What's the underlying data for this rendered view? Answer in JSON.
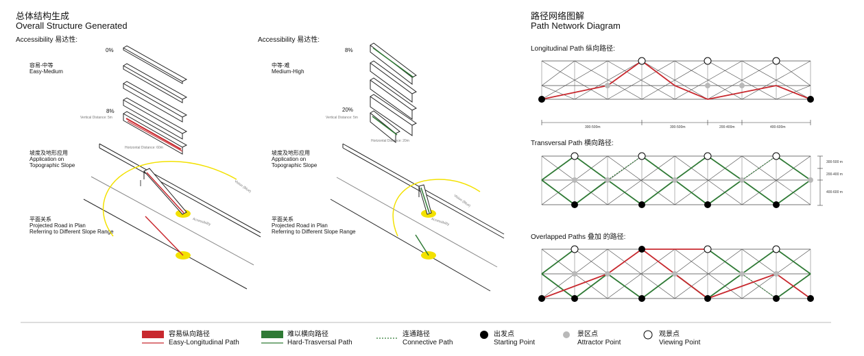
{
  "left": {
    "title_cn": "总体结构生成",
    "title_en": "Overall Structure Generated",
    "panel1": {
      "heading": "Accessibility 易达性:",
      "pct_top": "0%",
      "pct_bottom": "8%",
      "level_cn": "容易-中等",
      "level_en": "Easy-Medium",
      "vertical_distance": "Vertical Distance: 5m",
      "horizontal_distance": "Horizontal Distance: 60m",
      "slope_cn": "坡度及地形应用",
      "slope_en1": "Application on",
      "slope_en2": "Topographic Slope",
      "plan_cn": "平面关系",
      "plan_en1": "Projected Road in Plan",
      "plan_en2": "Referring to Different Slope Range",
      "arc_label": "Vision (Blue)",
      "road_label": "Accessibility"
    },
    "panel2": {
      "heading": "Accessibility 易达性:",
      "pct_top": "8%",
      "pct_bottom": "20%",
      "level_cn": "中等-难",
      "level_en": "Medium-High",
      "vertical_distance": "Vertical Distance: 5m",
      "horizontal_distance": "Horizontal Distance: 20m",
      "slope_cn": "坡度及地形应用",
      "slope_en1": "Application on",
      "slope_en2": "Topographic Slope",
      "plan_cn": "平面关系",
      "plan_en1": "Projected Road in Plan",
      "plan_en2": "Referring to Different Slope Range",
      "arc_label": "Vision (Blue)",
      "road_label": "Accessibility"
    }
  },
  "right": {
    "title_cn": "路径网络图解",
    "title_en": "Path Network Diagram",
    "longitudinal": {
      "label": "Longitudinal Path 纵向路径:",
      "dims": [
        "300-500m",
        "300-500m",
        "200-400m",
        "400-600m"
      ]
    },
    "transversal": {
      "label": "Transversal Path 横向路径:",
      "dims": [
        "300-500 m",
        "200-400 m",
        "400-600 m"
      ]
    },
    "overlapped": {
      "label": "Overlapped Paths 叠加 的路径:"
    }
  },
  "legend": {
    "easy_cn": "容易纵向路径",
    "easy_en": "Easy-Longitudinal Path",
    "hard_cn": "难以横向路径",
    "hard_en": "Hard-Trasversal Path",
    "connective_cn": "连通路径",
    "connective_en": "Connective Path",
    "start_cn": "出发点",
    "start_en": "Starting Point",
    "attractor_cn": "景区点",
    "attractor_en": "Attractor Point",
    "viewing_cn": "观景点",
    "viewing_en": "Viewing Point"
  },
  "colors": {
    "red": "#c8282e",
    "green": "#2f7a35",
    "yellow": "#f3e100",
    "gray_node": "#b9b9b9"
  }
}
